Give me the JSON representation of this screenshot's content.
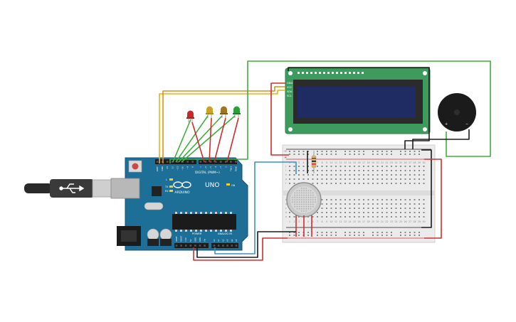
{
  "arduino": {
    "model": "UNO",
    "brand": "ARDUINO",
    "digital_label": "DIGITAL (PWM~)",
    "analog_label": "ANALOG IN",
    "power_label": "POWER",
    "on_label": "ON",
    "tx_label": "TX",
    "rx_label": "RX",
    "l_label": "L",
    "digital_pins": [
      "AREF",
      "GND",
      "13",
      "12",
      "~11",
      "~10",
      "~9",
      "8",
      "7",
      "~6",
      "~5",
      "4",
      "~3",
      "2",
      "TX▸1",
      "RX◂0"
    ],
    "power_pins": [
      "IOREF",
      "RESET",
      "3.3V",
      "5V",
      "GND",
      "GND",
      "Vin"
    ],
    "analog_pins": [
      "A0",
      "A1",
      "A2",
      "A3",
      "A4",
      "A5"
    ]
  },
  "lcd": {
    "pin_labels": [
      "GND",
      "VCC",
      "SDA",
      "SCL"
    ]
  },
  "breadboard": {
    "rail_symbols": [
      "+",
      "−"
    ],
    "row_letters_top": [
      "j",
      "i",
      "h",
      "g",
      "f"
    ],
    "row_letters_bottom": [
      "e",
      "d",
      "c",
      "b",
      "a"
    ]
  },
  "leds": [
    {
      "color": "red"
    },
    {
      "color": "orange"
    },
    {
      "color": "brown"
    },
    {
      "color": "green"
    }
  ],
  "colors": {
    "arduino_board": "#1e6f97",
    "lcd_board": "#3e9b5e",
    "lcd_screen": "#1e2c63",
    "wire_green": "#3fae3f",
    "wire_red": "#d42c2c",
    "wire_black": "#1a1a1a",
    "wire_yellow": "#e8b21c",
    "wire_orange": "#e08e1a",
    "wire_blue": "#3a8fc9",
    "breadboard": "#ebebeb"
  }
}
